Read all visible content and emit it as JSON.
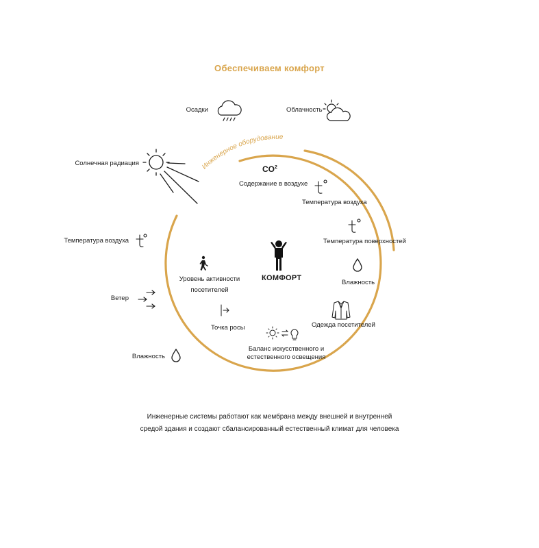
{
  "title": "Обеспечиваем комфорт",
  "ring_label": "Инженерное оборудование",
  "center_label": "КОМФОРТ",
  "accent_color": "#d9a54c",
  "external": {
    "precipitation": {
      "label": "Осадки",
      "icon": "rain-cloud-icon"
    },
    "cloudiness": {
      "label": "Облачность",
      "icon": "sun-cloud-icon"
    },
    "solar_radiation": {
      "label": "Солнечная радиация",
      "icon": "sun-rays-icon"
    },
    "air_temperature": {
      "label": "Температура воздуха",
      "icon": "temperature-icon"
    },
    "wind": {
      "label": "Ветер",
      "icon": "wind-icon"
    },
    "humidity": {
      "label": "Влажность",
      "icon": "drop-icon"
    }
  },
  "internal": {
    "co2": {
      "symbol": "CO",
      "superscript": "2",
      "label": "Содержание в воздухе"
    },
    "air_temperature": {
      "label": "Температура воздуха",
      "icon": "temperature-icon"
    },
    "surface_temperature": {
      "label": "Температура поверхностей",
      "icon": "temperature-icon"
    },
    "humidity": {
      "label": "Влажность",
      "icon": "drop-icon"
    },
    "clothing": {
      "label": "Одежда посетителей",
      "icon": "jacket-icon"
    },
    "lighting": {
      "line1": "Баланс искусственного и",
      "line2": "естественного освещения",
      "icon": "sun-bulb-icon"
    },
    "dew_point": {
      "label": "Точка росы",
      "icon": "dew-point-icon"
    },
    "activity": {
      "line1": "Уровень активности",
      "line2": "посетителей",
      "icon": "walking-person-icon"
    }
  },
  "caption": {
    "line1": "Инженерные системы работают как мембрана между внешней и внутренней",
    "line2": "средой здания и создают сбалансированный естественный климат для человека"
  }
}
